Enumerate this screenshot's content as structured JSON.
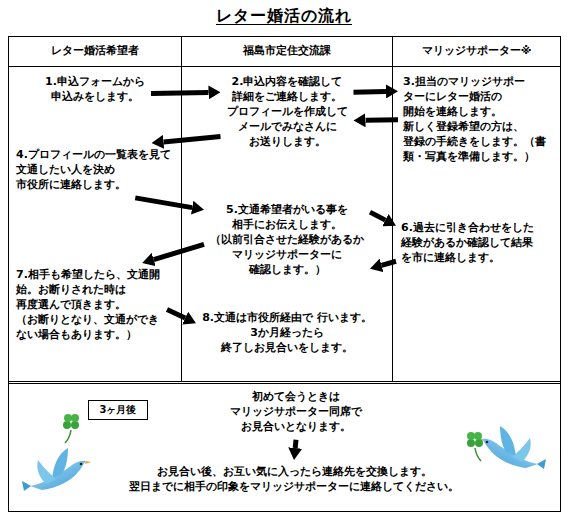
{
  "diagram": {
    "title": "レター婚活の流れ",
    "nodes": [
      {
        "text": [
          "レター婚活希望者"
        ]
      },
      {
        "text": [
          "福島市定住交流課"
        ]
      },
      {
        "text": [
          "マリッジサポーター※"
        ]
      },
      {
        "text": [
          "1.申込フォームから 申込みをします。"
        ]
      },
      {
        "text": [
          "2.申込内容を確認して 詳細をご連絡します。",
          "プロフィールを作成して メールでみなさんに お送りします。"
        ]
      },
      {
        "text": [
          "3.担当のマリッジサポー ターにレター婚活の 開始を連絡します。",
          "新しく登録希望の方は、 登録の手続きをします。（書 類・写真を準備します。）"
        ]
      },
      {
        "text": [
          "4.プロフィールの一覧表を見て 文通したい人を決め 市役所に連絡します。"
        ]
      },
      {
        "text": [
          "5.文通希望者がいる事を 相手にお伝えします。",
          "（以前引合させた経験があるか マリッジサポーターに 確認します。）"
        ]
      },
      {
        "text": [
          "6.過去に引き合わせをした 経験があるか確認して結果 を市に連絡します。"
        ]
      },
      {
        "text": [
          "7.相手も希望したら、文通開 始。お断りされた時は 再度選んで頂きます。",
          "（お断りとなり、文通ができ ない場合もあります。）"
        ]
      },
      {
        "text": [
          "8.文通は市役所経由で 行います。3か月経ったら 終了しお見合いをします。"
        ]
      },
      {
        "text": [
          "3ヶ月後"
        ]
      },
      {
        "text": [
          "初めて会うときは マリッジサポーター同席で お見合いとなります。"
        ]
      },
      {
        "text": [
          "お見合い後、お互い気に入ったら連絡先を交換します。 翌日までに相手の印象をマリッジサポーターに連絡してください。"
        ]
      }
    ],
    "edges": [
      {
        "from": 3,
        "to": 4,
        "arrow": "to"
      },
      {
        "from": 4,
        "to": 5,
        "arrow": "to"
      },
      {
        "from": 5,
        "to": 4,
        "arrow": "to"
      },
      {
        "from": 4,
        "to": 6,
        "arrow": "to"
      },
      {
        "from": 6,
        "to": 7,
        "arrow": "to"
      },
      {
        "from": 7,
        "to": 8,
        "arrow": "to"
      },
      {
        "from": 8,
        "to": 7,
        "arrow": "to"
      },
      {
        "from": 7,
        "to": 9,
        "arrow": "to"
      },
      {
        "from": 9,
        "to": 10,
        "arrow": "to"
      },
      {
        "from": 12,
        "to": 13,
        "arrow": "to"
      }
    ]
  }
}
